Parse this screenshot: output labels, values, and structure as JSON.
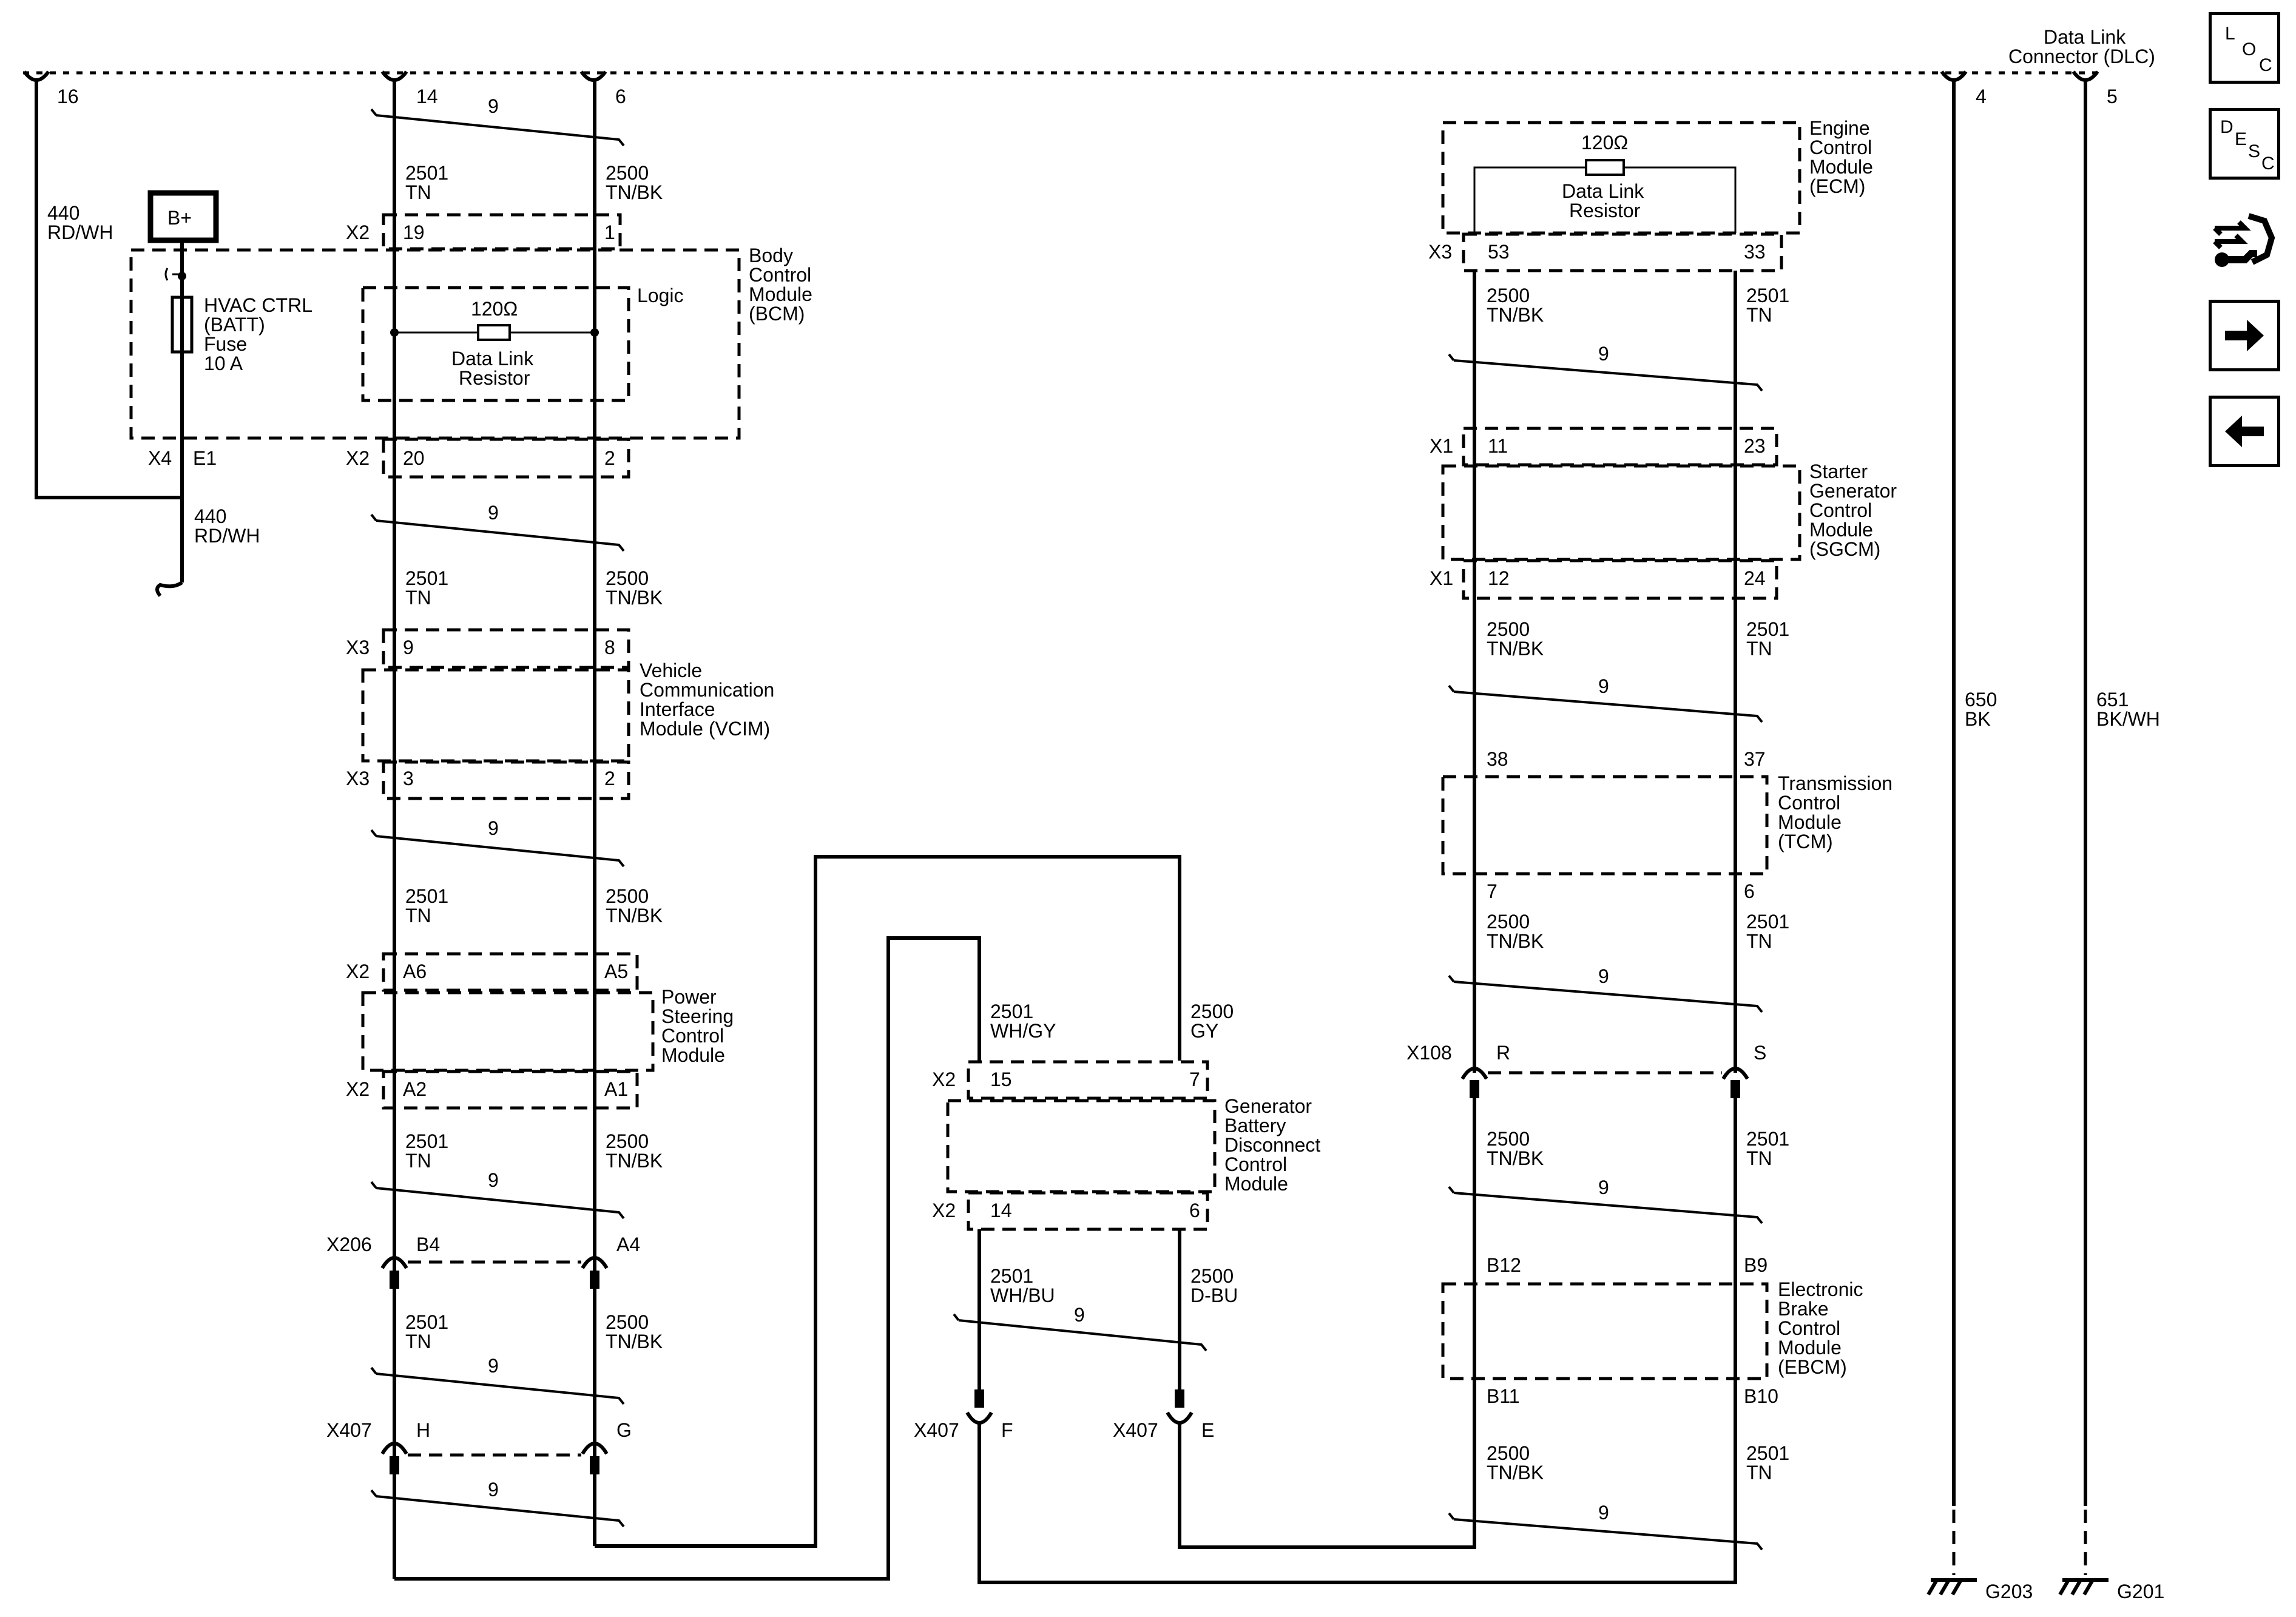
{
  "dlc": {
    "label": [
      "Data Link",
      "Connector (DLC)"
    ],
    "pins": {
      "p16": "16",
      "p14": "14",
      "p6": "6",
      "p4": "4",
      "p5": "5"
    }
  },
  "twist": "9",
  "wires": {
    "w440": [
      "440",
      "RD/WH"
    ],
    "w2501": [
      "2501",
      "TN"
    ],
    "w2500": [
      "2500",
      "TN/BK"
    ],
    "w2501wgy": [
      "2501",
      "WH/GY"
    ],
    "w2500gy": [
      "2500",
      "GY"
    ],
    "w2501wbu": [
      "2501",
      "WH/BU"
    ],
    "w2500dbu": [
      "2500",
      "D-BU"
    ],
    "w650": [
      "650",
      "BK"
    ],
    "w651": [
      "651",
      "BK/WH"
    ]
  },
  "bplus": "B+",
  "fuse": [
    "HVAC CTRL",
    "(BATT)",
    "Fuse",
    "10 A"
  ],
  "resistor": {
    "value": "120Ω",
    "label": [
      "Data Link",
      "Resistor"
    ]
  },
  "logic": "Logic",
  "modules": {
    "bcm": [
      "Body",
      "Control",
      "Module",
      "(BCM)"
    ],
    "vcim": [
      "Vehicle",
      "Communication",
      "Interface",
      "Module (VCIM)"
    ],
    "pscm": [
      "Power",
      "Steering",
      "Control",
      "Module"
    ],
    "gbdcm": [
      "Generator",
      "Battery",
      "Disconnect",
      "Control",
      "Module"
    ],
    "ecm": [
      "Engine",
      "Control",
      "Module",
      "(ECM)"
    ],
    "sgcm": [
      "Starter",
      "Generator",
      "Control",
      "Module",
      "(SGCM)"
    ],
    "tcm": [
      "Transmission",
      "Control",
      "Module",
      "(TCM)"
    ],
    "ebcm": [
      "Electronic",
      "Brake",
      "Control",
      "Module",
      "(EBCM)"
    ]
  },
  "connectors": {
    "x2": "X2",
    "x3": "X3",
    "x4": "X4",
    "x1": "X1",
    "x206": "X206",
    "x407": "X407",
    "x108": "X108"
  },
  "pins": {
    "bcm": [
      "19",
      "1",
      "E1",
      "20",
      "2"
    ],
    "vcim": [
      "9",
      "8",
      "3",
      "2"
    ],
    "pscm": [
      "A6",
      "A5",
      "A2",
      "A1"
    ],
    "x206": [
      "B4",
      "A4"
    ],
    "x407": [
      "H",
      "G",
      "F",
      "E"
    ],
    "gbdcm": [
      "15",
      "7",
      "14",
      "6"
    ],
    "ecm": [
      "53",
      "33"
    ],
    "sgcm": [
      "11",
      "23",
      "12",
      "24"
    ],
    "tcm": [
      "38",
      "37",
      "7",
      "6"
    ],
    "x108": [
      "R",
      "S"
    ],
    "ebcm": [
      "B12",
      "B9",
      "B11",
      "B10"
    ]
  },
  "grounds": [
    "G203",
    "G201"
  ],
  "sidebar": {
    "loc": [
      "L",
      "O",
      "C"
    ],
    "desc": [
      "D",
      "E",
      "S",
      "C"
    ],
    "connector_icon": "connector-wrench-icon",
    "next_icon": "arrow-right-icon",
    "prev_icon": "arrow-left-icon"
  }
}
